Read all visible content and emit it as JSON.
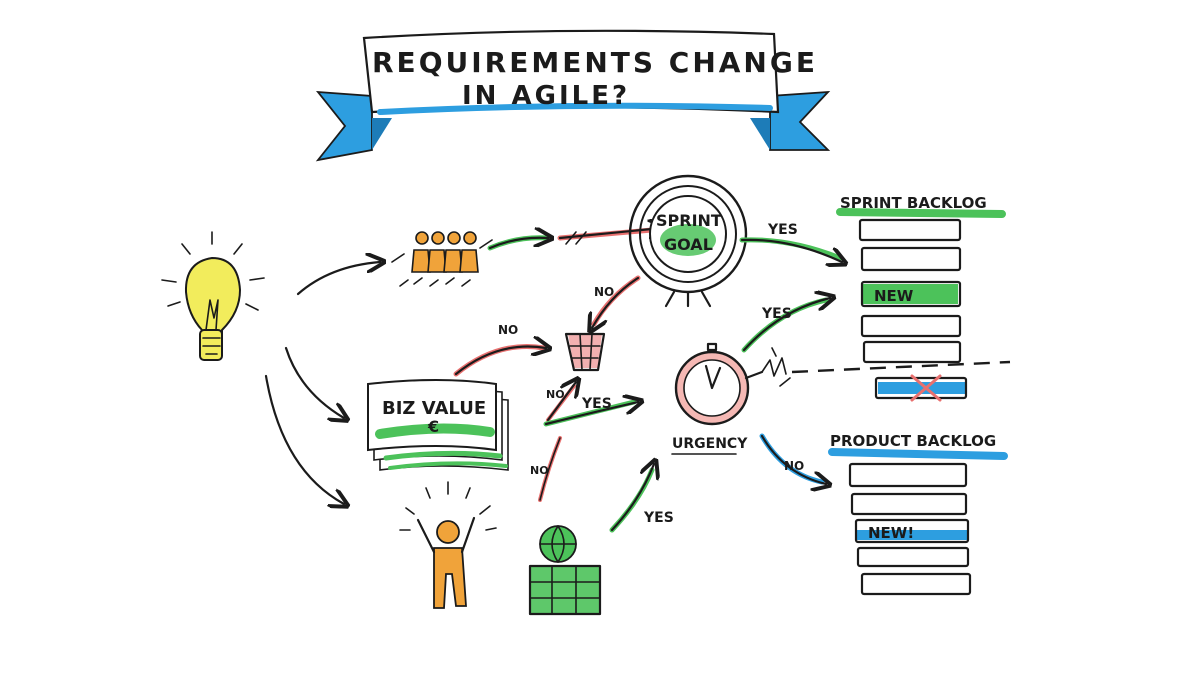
{
  "title": {
    "line1": "REQUIREMENTS CHANGE",
    "line2": "IN AGILE?"
  },
  "labels": {
    "sprint_goal_1": "SPRINT",
    "sprint_goal_2": "GOAL",
    "biz_value": "BIZ VALUE",
    "euro": "€",
    "urgency": "URGENCY",
    "sprint_backlog": "SPRINT BACKLOG",
    "product_backlog": "PRODUCT BACKLOG",
    "new_sprint": "NEW",
    "new_product": "NEW!"
  },
  "edges": {
    "goal_to_sprint": "YES",
    "goal_to_trash": "NO",
    "value_to_trash": "NO",
    "value_to_urgency": "YES",
    "value_cross_no": "NO",
    "globe_no": "NO",
    "urgency_to_sprint": "YES",
    "urgency_to_product": "NO",
    "globe_to_urgency": "YES"
  },
  "colors": {
    "ink": "#1b1b1b",
    "blue": "#2d9ee0",
    "green": "#4cc25a",
    "red": "#e8706f",
    "yellow": "#f2ec5c",
    "orange": "#f0a33a"
  },
  "icons": {
    "idea": "lightbulb-icon",
    "team": "team-icon",
    "target": "target-icon",
    "trash": "trash-basket-icon",
    "money": "money-stack-icon",
    "person": "cheering-person-icon",
    "world": "globe-icon",
    "clock": "clock-icon"
  }
}
